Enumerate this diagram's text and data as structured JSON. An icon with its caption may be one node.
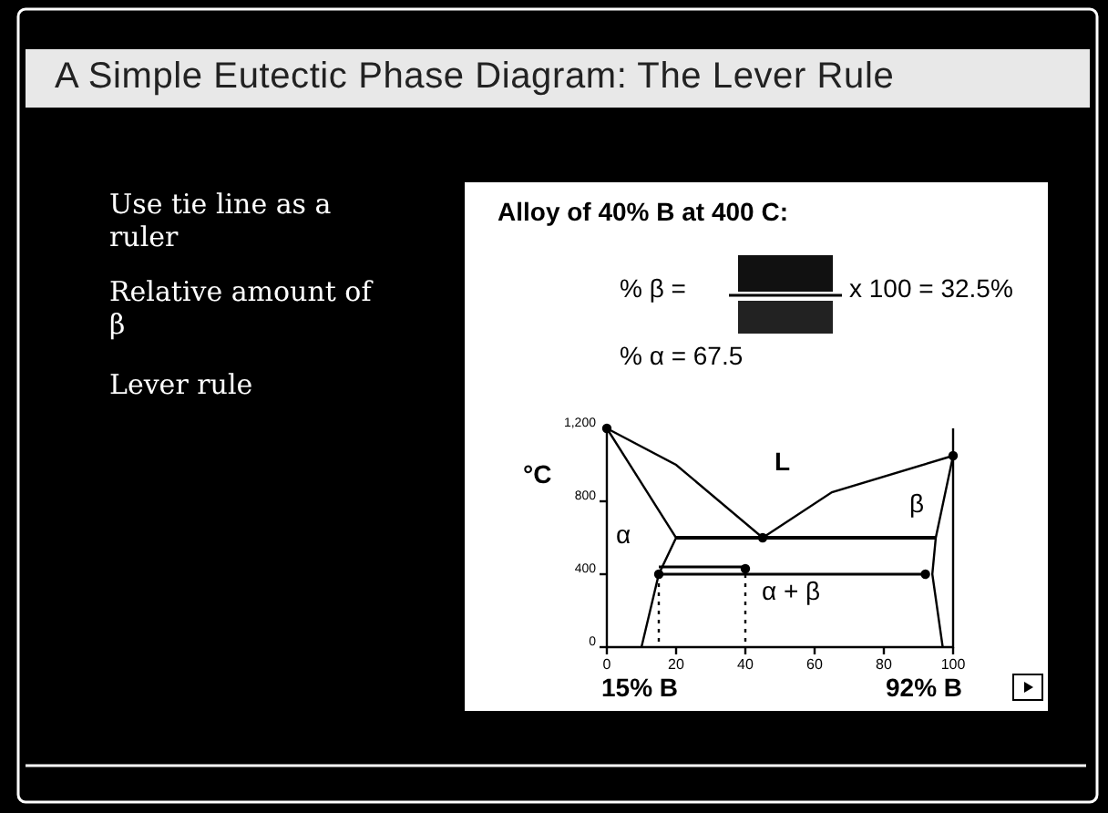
{
  "diagram": {
    "title": "A Simple Eutectic Phase Diagram: The Lever Rule",
    "labels": [
      "Use tie line as a ruler",
      "Relative amount of β",
      "Lever rule",
      "Alloy of 40% B at 400 C:",
      "% β =",
      "x 100 = 32.5%",
      "% α = 67.5",
      "1,200",
      "800",
      "400",
      "0",
      "°C",
      "0",
      "20",
      "40",
      "60",
      "80",
      "100",
      "L",
      "α",
      "β",
      "α + β",
      "15% B",
      "92% B"
    ]
  }
}
